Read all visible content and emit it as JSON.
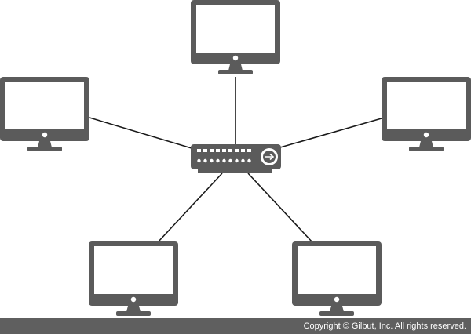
{
  "diagram": {
    "type": "star-network",
    "hub": {
      "icon": "network-switch-icon"
    },
    "nodes": [
      {
        "id": "top",
        "icon": "monitor-icon"
      },
      {
        "id": "left",
        "icon": "monitor-icon"
      },
      {
        "id": "right",
        "icon": "monitor-icon"
      },
      {
        "id": "bottom-left",
        "icon": "monitor-icon"
      },
      {
        "id": "bottom-right",
        "icon": "monitor-icon"
      }
    ],
    "edges": [
      [
        "hub",
        "top"
      ],
      [
        "hub",
        "left"
      ],
      [
        "hub",
        "right"
      ],
      [
        "hub",
        "bottom-left"
      ],
      [
        "hub",
        "bottom-right"
      ]
    ],
    "colors": {
      "icon": "#5b5b5b",
      "screen": "#ffffff",
      "line": "#1a1a1a",
      "footer": "#5f5f5f"
    }
  },
  "footer": {
    "copyright": "Copyright © Gilbut, Inc. All rights reserved."
  }
}
